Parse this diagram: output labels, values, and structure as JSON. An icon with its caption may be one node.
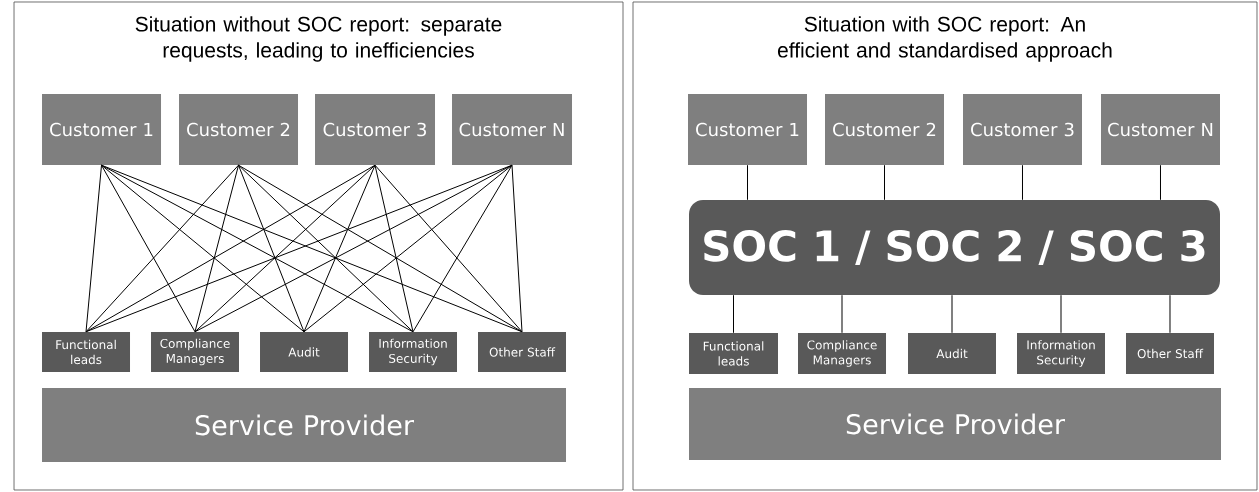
{
  "diagram": {
    "nodes": [
      {
        "text": [
          "Situation without SOC report: separate requests, leading to inefficiencies"
        ]
      },
      {
        "text": [
          "Customer 1"
        ],
        "in": 0
      },
      {
        "text": [
          "Customer 2"
        ],
        "in": 0
      },
      {
        "text": [
          "Customer 3"
        ],
        "in": 0
      },
      {
        "text": [
          "Customer N"
        ],
        "in": 0
      },
      {
        "text": [
          "Functional leads"
        ],
        "in": 0
      },
      {
        "text": [
          "Compliance Managers"
        ],
        "in": 0
      },
      {
        "text": [
          "Audit"
        ],
        "in": 0
      },
      {
        "text": [
          "Information Security"
        ],
        "in": 0
      },
      {
        "text": [
          "Other Staff"
        ],
        "in": 0
      },
      {
        "text": [
          "Service Provider"
        ],
        "in": 0
      },
      {
        "text": [
          "Situation with SOC report: An efficient and standardised approach"
        ]
      },
      {
        "text": [
          "Customer 1"
        ],
        "in": 11
      },
      {
        "text": [
          "Customer 2"
        ],
        "in": 11
      },
      {
        "text": [
          "Customer 3"
        ],
        "in": 11
      },
      {
        "text": [
          "Customer N"
        ],
        "in": 11
      },
      {
        "text": [
          "SOC 1 / SOC 2 / SOC 3"
        ],
        "in": 11
      },
      {
        "text": [
          "Functional leads"
        ],
        "in": 11
      },
      {
        "text": [
          "Compliance Managers"
        ],
        "in": 11
      },
      {
        "text": [
          "Audit"
        ],
        "in": 11
      },
      {
        "text": [
          "Information Security"
        ],
        "in": 11
      },
      {
        "text": [
          "Other Staff"
        ],
        "in": 11
      },
      {
        "text": [
          "Service Provider"
        ],
        "in": 11
      }
    ],
    "edges": [
      {
        "from": 1,
        "to": 5,
        "arrow": "none"
      },
      {
        "from": 1,
        "to": 6,
        "arrow": "none"
      },
      {
        "from": 1,
        "to": 7,
        "arrow": "none"
      },
      {
        "from": 1,
        "to": 8,
        "arrow": "none"
      },
      {
        "from": 1,
        "to": 9,
        "arrow": "none"
      },
      {
        "from": 2,
        "to": 5,
        "arrow": "none"
      },
      {
        "from": 2,
        "to": 6,
        "arrow": "none"
      },
      {
        "from": 2,
        "to": 7,
        "arrow": "none"
      },
      {
        "from": 2,
        "to": 8,
        "arrow": "none"
      },
      {
        "from": 2,
        "to": 9,
        "arrow": "none"
      },
      {
        "from": 3,
        "to": 5,
        "arrow": "none"
      },
      {
        "from": 3,
        "to": 6,
        "arrow": "none"
      },
      {
        "from": 3,
        "to": 7,
        "arrow": "none"
      },
      {
        "from": 3,
        "to": 8,
        "arrow": "none"
      },
      {
        "from": 3,
        "to": 9,
        "arrow": "none"
      },
      {
        "from": 4,
        "to": 5,
        "arrow": "none"
      },
      {
        "from": 4,
        "to": 6,
        "arrow": "none"
      },
      {
        "from": 4,
        "to": 7,
        "arrow": "none"
      },
      {
        "from": 4,
        "to": 8,
        "arrow": "none"
      },
      {
        "from": 4,
        "to": 9,
        "arrow": "none"
      },
      {
        "from": 12,
        "to": 16,
        "arrow": "none"
      },
      {
        "from": 13,
        "to": 16,
        "arrow": "none"
      },
      {
        "from": 14,
        "to": 16,
        "arrow": "none"
      },
      {
        "from": 15,
        "to": 16,
        "arrow": "none"
      },
      {
        "from": 16,
        "to": 17,
        "arrow": "none"
      },
      {
        "from": 16,
        "to": 18,
        "arrow": "none"
      },
      {
        "from": 16,
        "to": 19,
        "arrow": "none"
      },
      {
        "from": 16,
        "to": 20,
        "arrow": "none"
      },
      {
        "from": 16,
        "to": 21,
        "arrow": "none"
      }
    ]
  }
}
